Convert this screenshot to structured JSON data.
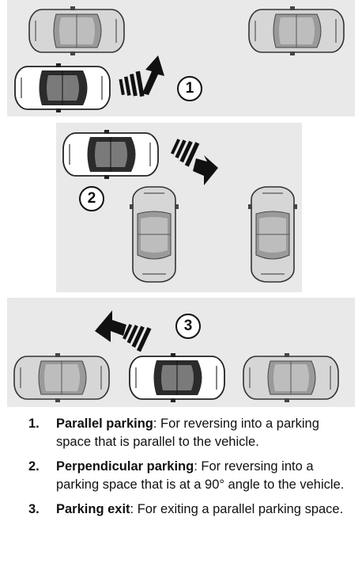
{
  "figure": {
    "markers": [
      "1",
      "2",
      "3"
    ]
  },
  "legend": {
    "items": [
      {
        "number": "1.",
        "term": "Parallel parking",
        "desc": ": For reversing into a parking space that is parallel to the vehicle."
      },
      {
        "number": "2.",
        "term": "Perpendicular parking",
        "desc": ": For reversing into a parking space that is at a 90° angle to the vehicle."
      },
      {
        "number": "3.",
        "term": "Parking exit",
        "desc": ": For exiting a parallel parking space."
      }
    ]
  },
  "colors": {
    "panel": "#e9e9ea",
    "parked_car": "#d6d6d6",
    "active_car": "#ffffff",
    "active_roof": "#2b2b2b",
    "arrow": "#111111"
  }
}
